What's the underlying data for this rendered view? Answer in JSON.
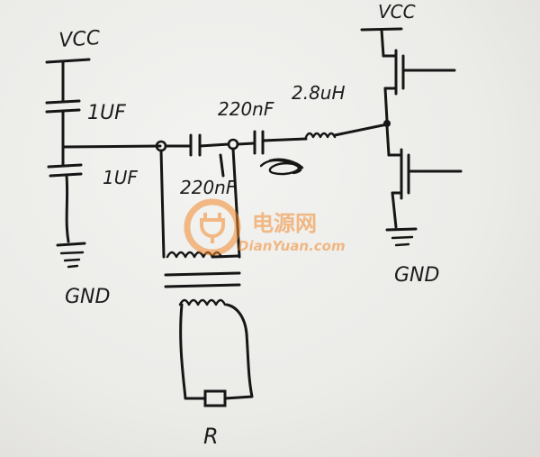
{
  "labels": {
    "vcc_left": "VCC",
    "vcc_right": "VCC",
    "cap_top_left": "1UF",
    "cap_bottom_left": "1UF",
    "cap_series_top": "220nF",
    "inductor": "2.8uH",
    "cap_series_bottom": "220nF",
    "gnd_left": "GND",
    "gnd_right": "GND",
    "resistor": "R"
  },
  "watermark": {
    "cn": "电源网",
    "en": "DianYuan.com",
    "color": "#f28a2e"
  }
}
